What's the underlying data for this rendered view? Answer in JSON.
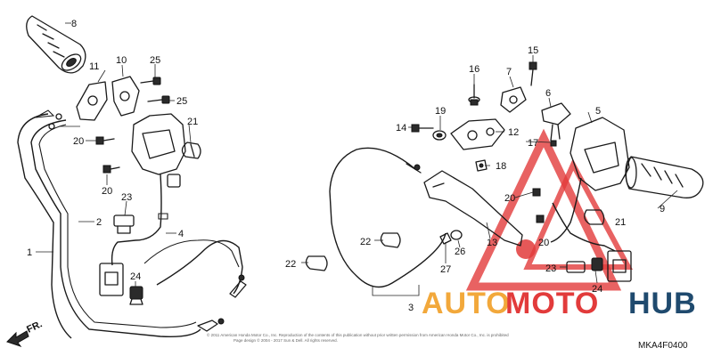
{
  "diagram": {
    "code": "MKA4F0400",
    "direction_label": "FR.",
    "copyright_lines": [
      "© 2011 American Honda Motor Co., Inc. Reproduction of the contents of this publication without prior written permission from American Honda Motor Co., Inc. is prohibited",
      "Page design © 2004 - 2017 Sun & Dell. All rights reserved."
    ]
  },
  "watermark": {
    "text_part1": "AUTO",
    "text_part2": "MOTO",
    "text_part3": "HUB",
    "color_part1": "#f2a83b",
    "color_part2": "#e23b3b",
    "color_part3": "#1f4a6e",
    "triangle_color": "#e23b3b"
  },
  "callouts": {
    "c1": "1",
    "c2": "2",
    "c3": "3",
    "c4": "4",
    "c5": "5",
    "c6": "6",
    "c7": "7",
    "c8": "8",
    "c9": "9",
    "c10": "10",
    "c11": "11",
    "c12": "12",
    "c13": "13",
    "c14": "14",
    "c15": "15",
    "c16": "16",
    "c17": "17",
    "c18": "18",
    "c19": "19",
    "c20a": "20",
    "c20b": "20",
    "c20c": "20",
    "c20d": "20",
    "c21a": "21",
    "c21b": "21",
    "c22a": "22",
    "c22b": "22",
    "c23a": "23",
    "c23b": "23",
    "c24a": "24",
    "c24b": "24",
    "c25a": "25",
    "c25b": "25",
    "c26": "26",
    "c27": "27"
  }
}
